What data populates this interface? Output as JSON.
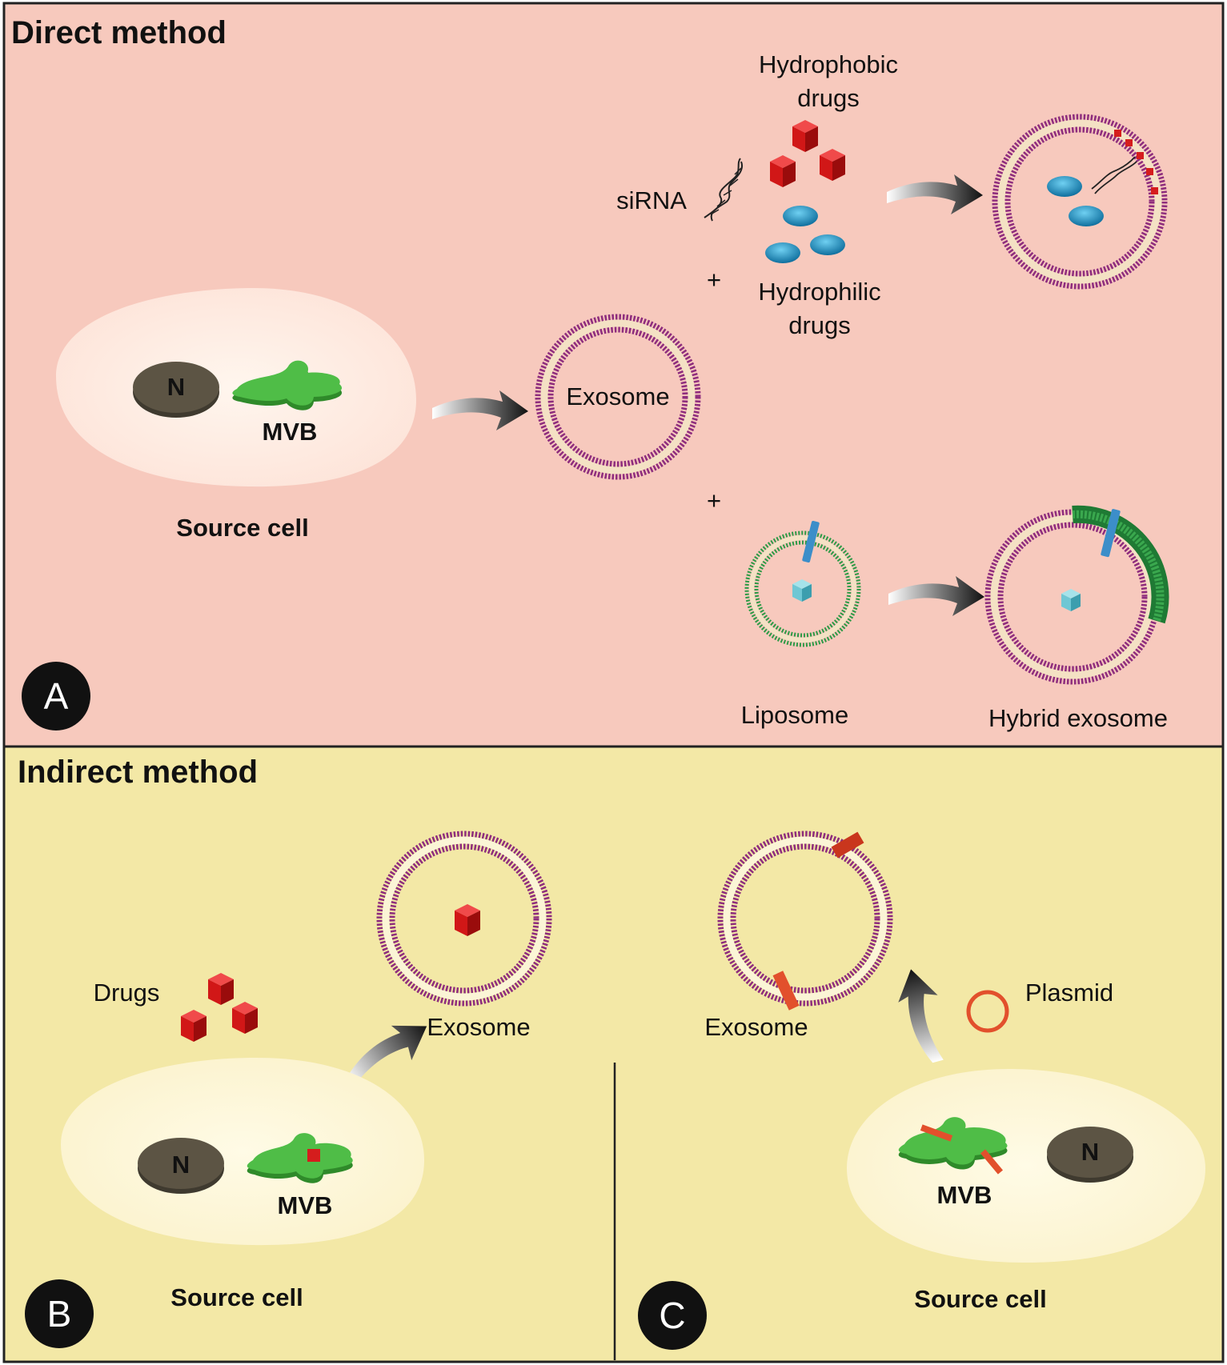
{
  "direct": {
    "title": "Direct method",
    "panel_letter": "A",
    "nucleus_label": "N",
    "mvb_label": "MVB",
    "source_cell_label": "Source cell",
    "exosome_label": "Exosome",
    "sirna_label": "siRNA",
    "hydrophobic_line1": "Hydrophobic",
    "hydrophobic_line2": "drugs",
    "hydrophilic_line1": "Hydrophilic",
    "hydrophilic_line2": "drugs",
    "plus_upper": "+",
    "plus_lower": "+",
    "liposome_label": "Liposome",
    "hybrid_label": "Hybrid exosome"
  },
  "indirect": {
    "title": "Indirect method",
    "panel_b_letter": "B",
    "panel_c_letter": "C",
    "drugs_label": "Drugs",
    "exosome_b_label": "Exosome",
    "exosome_c_label": "Exosome",
    "plasmid_label": "Plasmid",
    "nucleus_b_label": "N",
    "nucleus_c_label": "N",
    "mvb_b_label": "MVB",
    "mvb_c_label": "MVB",
    "source_cell_b_label": "Source cell",
    "source_cell_c_label": "Source cell"
  },
  "colors": {
    "panel_a_bg": "#f7c9bd",
    "panel_bc_bg": "#f3e8a6",
    "membrane_purple": "#8e2d7d",
    "liposome_green": "#2e9a46",
    "drug_red": "#d51d1d",
    "hydrophilic_blue": "#1c8fc4",
    "mvb_green": "#4fbd47",
    "nucleus": "#5c5444",
    "plasmid_orange": "#e2502c"
  }
}
